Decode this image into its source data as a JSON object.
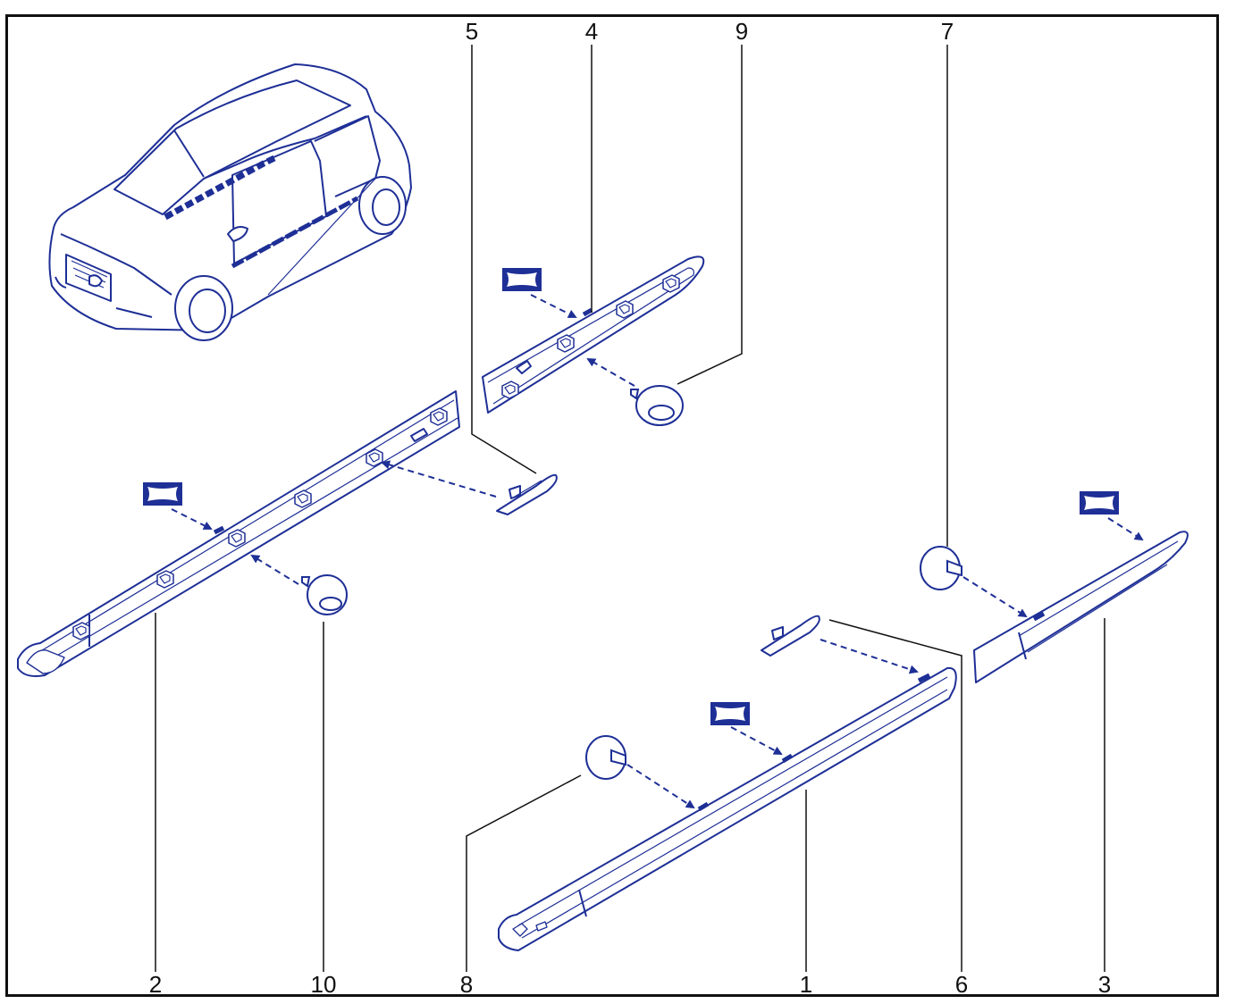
{
  "colors": {
    "line": "#1e2f96",
    "fill": "#ffffff",
    "tint": "#dfe4f7",
    "frame": "#111111",
    "leader": "#111111"
  },
  "icons": {
    "car": "car-perspective-icon",
    "adhesive": "adhesive-tape-icon",
    "clip": "clip-icon",
    "rivet": "rivet-fastener-icon"
  },
  "callouts": {
    "c1": "1",
    "c2": "2",
    "c3": "3",
    "c4": "4",
    "c5": "5",
    "c6": "6",
    "c7": "7",
    "c8": "8",
    "c9": "9",
    "c10": "10"
  }
}
